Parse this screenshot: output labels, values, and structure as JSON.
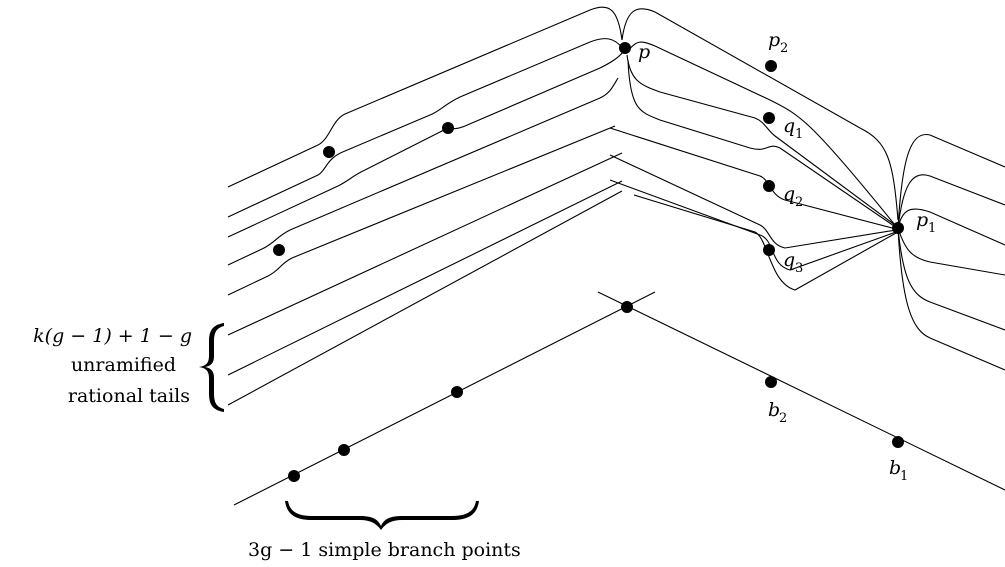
{
  "labels": {
    "p": "p",
    "p2": "p",
    "p2_sub": "2",
    "p1": "p",
    "p1_sub": "1",
    "q1": "q",
    "q1_sub": "1",
    "q2": "q",
    "q2_sub": "2",
    "q3": "q",
    "q3_sub": "3",
    "b1": "b",
    "b1_sub": "1",
    "b2": "b",
    "b2_sub": "2"
  },
  "tails_annotation": {
    "line1": "k(g − 1) + 1 − g",
    "line2": "unramified",
    "line3": "rational tails"
  },
  "branch_annotation": {
    "text": "3g − 1 simple branch points"
  },
  "colors": {
    "stroke": "#000000",
    "node": "#000000",
    "background": "#ffffff"
  }
}
